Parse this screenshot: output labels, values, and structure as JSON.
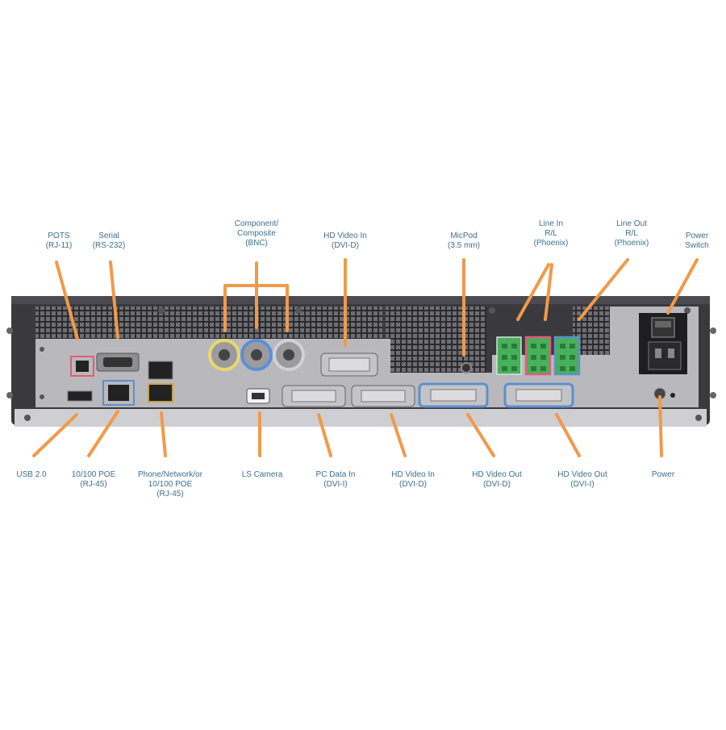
{
  "colors": {
    "leader": "#f09a4a",
    "label_text": "#3f6e8e",
    "chassis": "#3a3a3e",
    "panel": "#b9b9bd",
    "port_blue": "#5f8fcb",
    "port_pink": "#e55b78",
    "bnc_yellow": "#e8d86b",
    "bnc_blue": "#5b8fd6",
    "phoenix_green": "#46b05a"
  },
  "labels": {
    "pots": [
      "POTS",
      "(RJ-11)"
    ],
    "serial": [
      "Serial",
      "(RS-232)"
    ],
    "component": [
      "Component/",
      "Composite",
      "(BNC)"
    ],
    "hd_in_top": [
      "HD Video In",
      "(DVI-D)"
    ],
    "mic_pod": [
      "MicPod",
      "(3.5 mm)"
    ],
    "line_in": [
      "Line In",
      "R/L",
      "(Phoenix)"
    ],
    "line_out": [
      "Line Out",
      "R/L",
      "(Phoenix)"
    ],
    "power_switch": [
      "Power",
      "Switch"
    ],
    "usb": [
      "USB 2.0"
    ],
    "poe": [
      "10/100 POE",
      "(RJ-45)"
    ],
    "phone": [
      "Phone/Network/or",
      "10/100 POE",
      "(RJ-45)"
    ],
    "ls_camera": [
      "LS Camera"
    ],
    "pc_data": [
      "PC Data In",
      "(DVI-I)"
    ],
    "hd_in_bottom": [
      "HD Video In",
      "(DVI-D)"
    ],
    "hd_out_d": [
      "HD Video Out",
      "(DVI-D)"
    ],
    "hd_out_i": [
      "HD Video Out",
      "(DVI-I)"
    ],
    "power": [
      "Power"
    ]
  }
}
